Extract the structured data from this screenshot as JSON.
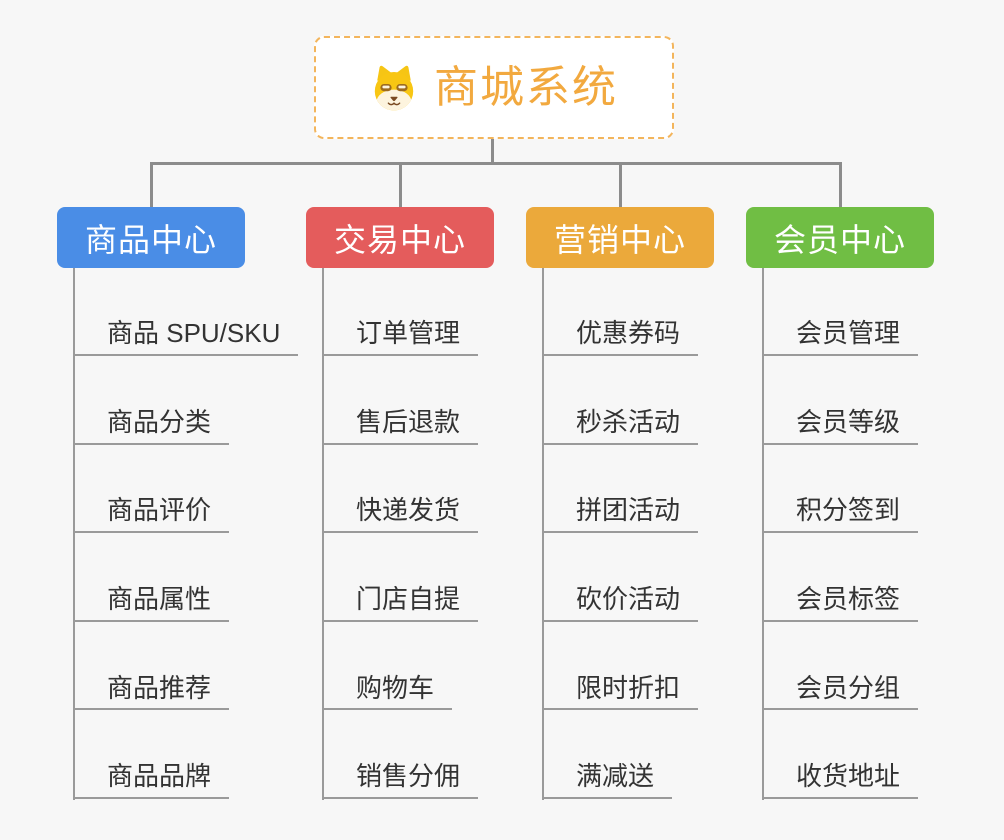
{
  "root": {
    "title": "商城系统",
    "icon": "shiba-dog-icon",
    "accent_color": "#f2a93f",
    "border_color": "#f3b55c"
  },
  "branches": [
    {
      "label": "商品中心",
      "color": "#4a8de6",
      "items": [
        "商品 SPU/SKU",
        "商品分类",
        "商品评价",
        "商品属性",
        "商品推荐",
        "商品品牌"
      ]
    },
    {
      "label": "交易中心",
      "color": "#e45c5c",
      "items": [
        "订单管理",
        "售后退款",
        "快递发货",
        "门店自提",
        "购物车",
        "销售分佣"
      ]
    },
    {
      "label": "营销中心",
      "color": "#eba93b",
      "items": [
        "优惠券码",
        "秒杀活动",
        "拼团活动",
        "砍价活动",
        "限时折扣",
        "满减送"
      ]
    },
    {
      "label": "会员中心",
      "color": "#70be44",
      "items": [
        "会员管理",
        "会员等级",
        "积分签到",
        "会员标签",
        "会员分组",
        "收货地址"
      ]
    }
  ],
  "colors": {
    "background": "#f7f7f7",
    "tree_connector": "#8c8c8c",
    "leaf_line": "#9a9a9a",
    "leaf_text": "#333333"
  }
}
